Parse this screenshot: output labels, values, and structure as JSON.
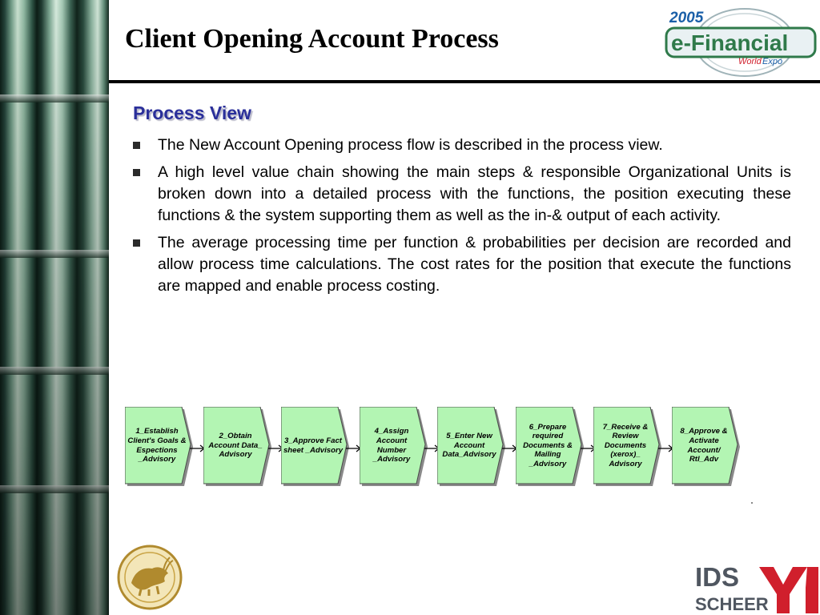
{
  "header": {
    "title": "Client Opening Account Process"
  },
  "logo_efinancial": {
    "year": "2005",
    "name": "e-Financial",
    "tagline_world": "World",
    "tagline_expo": "Expo"
  },
  "section": {
    "heading": "Process View",
    "bullets": [
      "The New Account Opening process flow is described in the process view.",
      "A high level value chain showing the main steps & responsible Organizational Units is broken down into a detailed process with the functions, the position executing these functions & the system supporting them as well as the in-& output of each activity.",
      "The average processing time per function & probabilities per decision are recorded and allow process time calculations. The cost rates for the position that execute the functions are mapped and enable process costing."
    ]
  },
  "process_steps": [
    "1_Establish Client's Goals & Espections _Advisory",
    "2_Obtain Account Data_ Advisory",
    "3_Approve Fact sheet _Advisory",
    "4_Assign Account Number _Advisory",
    "5_Enter New Account Data_Advisory",
    "6_Prepare required Documents & Mailing _Advisory",
    "7_Receive & Review Documents (xerox)_ Advisory",
    "8_Approve & Activate Account/ Rtl_Adv"
  ],
  "logo_ids": {
    "line1": "IDS",
    "line2": "SCHEER"
  },
  "colors": {
    "step_fill": "#b3f5b3",
    "heading": "#2a2f9a",
    "efinancial_blue": "#1a5fa8",
    "efinancial_green": "#2f7a4a",
    "ids_red": "#d01f2c"
  }
}
